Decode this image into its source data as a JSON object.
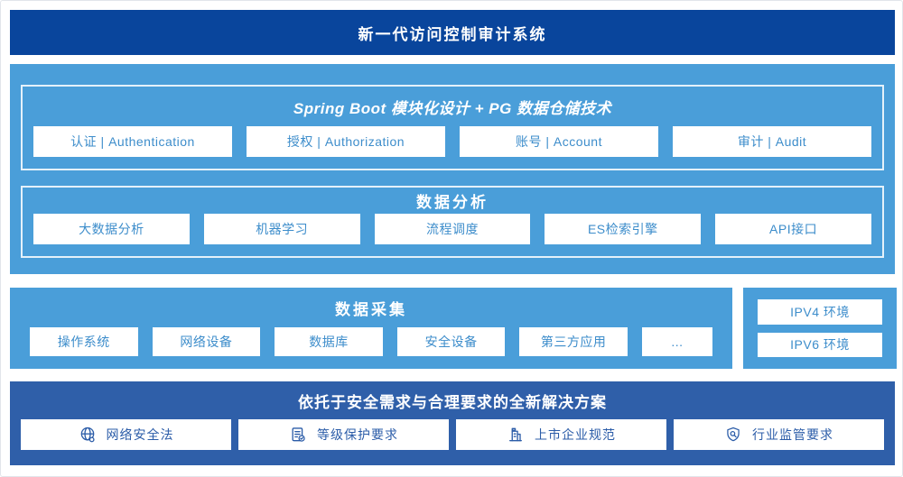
{
  "colors": {
    "banner_dark": "#09459C",
    "sky": "#4A9ED9",
    "navy": "#2F5FA9",
    "box_text": "#3D8DCB",
    "navy_text": "#2B5CA8"
  },
  "banner": {
    "title": "新一代访问控制审计系统"
  },
  "platform": {
    "title": "Spring Boot 模块化设计 + PG 数据仓储技术",
    "modules": [
      "认证 | Authentication",
      "授权 | Authorization",
      "账号 | Account",
      "审计 | Audit"
    ]
  },
  "analysis": {
    "title": "数据分析",
    "items": [
      "大数据分析",
      "机器学习",
      "流程调度",
      "ES检索引擎",
      "API接口"
    ]
  },
  "collection": {
    "title": "数据采集",
    "items": [
      "操作系统",
      "网络设备",
      "数据库",
      "安全设备",
      "第三方应用",
      "..."
    ]
  },
  "environments": {
    "items": [
      "IPV4 环境",
      "IPV6 环境"
    ]
  },
  "solution": {
    "title": "依托于安全需求与合理要求的全新解决方案",
    "items": [
      {
        "icon": "globe-icon",
        "label": "网络安全法"
      },
      {
        "icon": "checklist-icon",
        "label": "等级保护要求"
      },
      {
        "icon": "building-icon",
        "label": "上市企业规范"
      },
      {
        "icon": "shield-search-icon",
        "label": "行业监管要求"
      }
    ]
  }
}
